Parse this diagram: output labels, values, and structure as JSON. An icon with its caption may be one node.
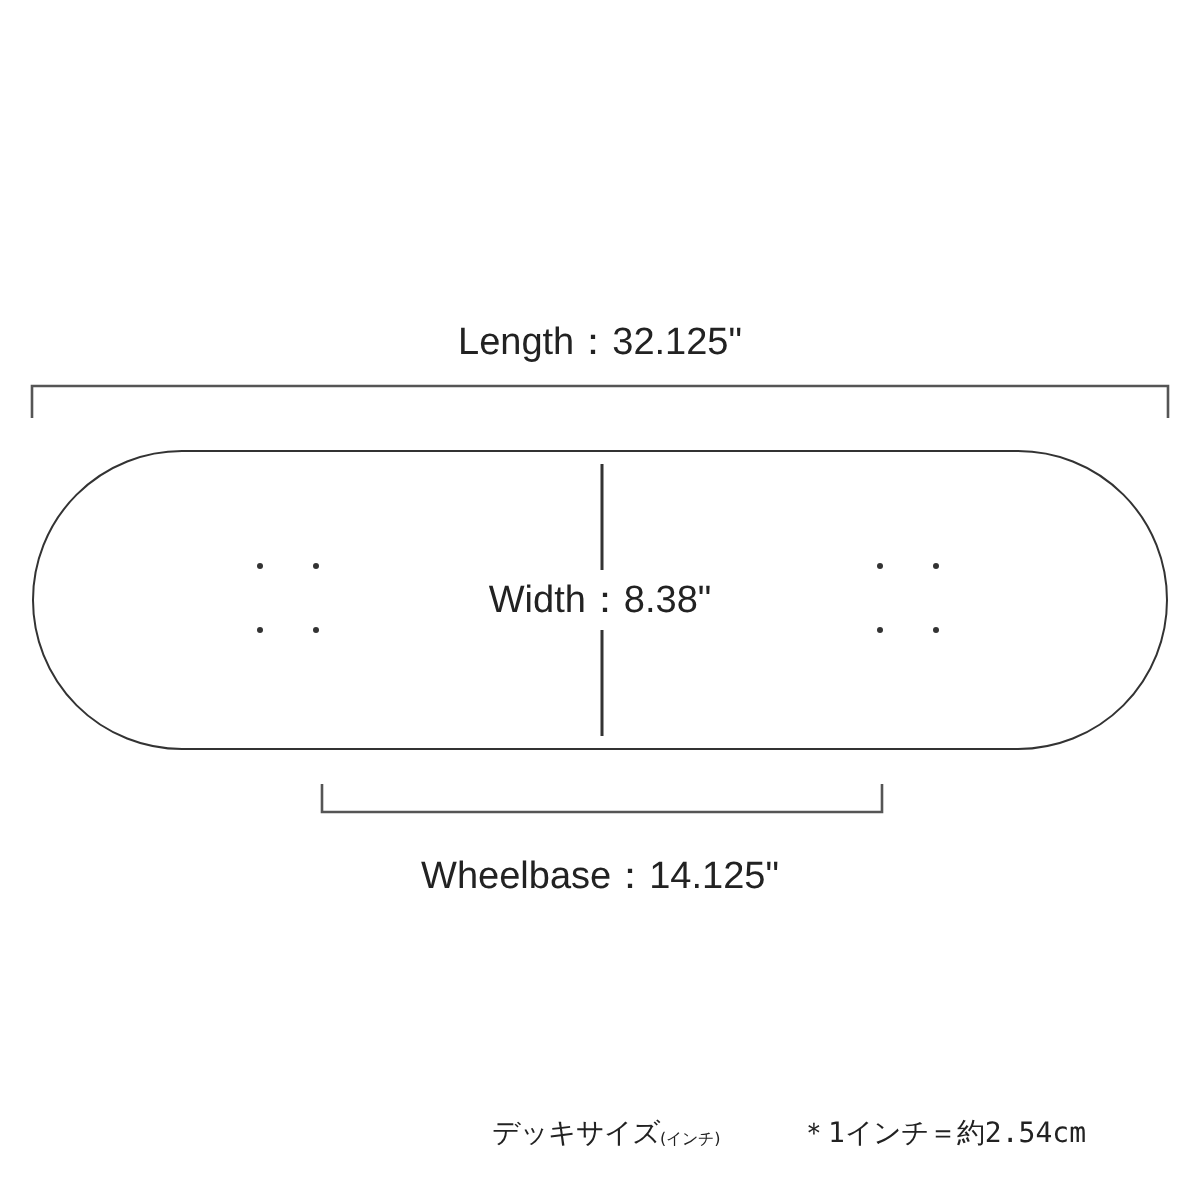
{
  "diagram": {
    "nodes": [
      {
        "text": [
          "Width：8.38\""
        ]
      }
    ],
    "labels": [
      "Length：32.125\"",
      "Wheelbase：14.125\"",
      "デッキサイズ$_{(インチ)}$",
      "＊1インチ＝約2.54cm"
    ]
  }
}
